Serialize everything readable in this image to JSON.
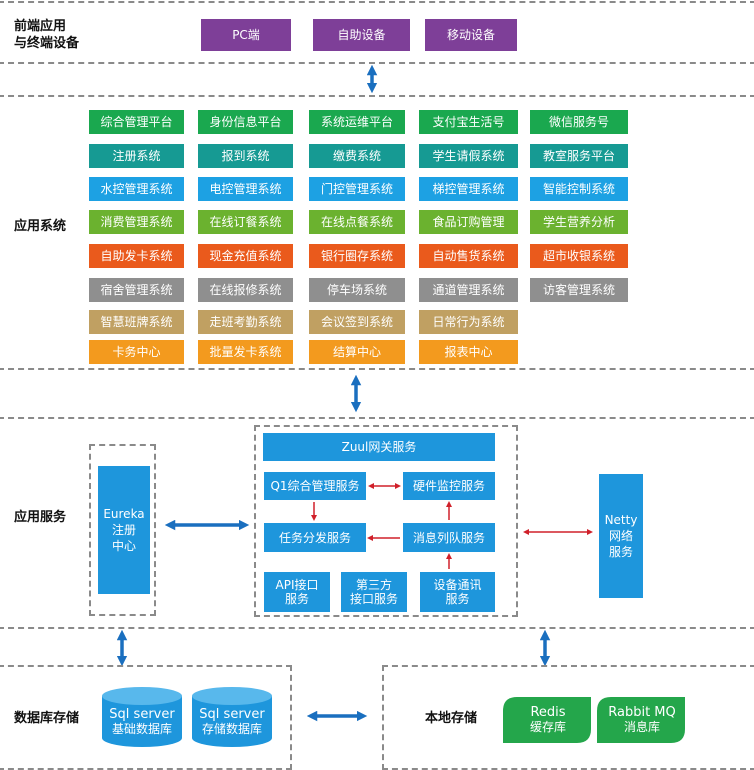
{
  "colors": {
    "purple": "#7e3f98",
    "blue": "#1e96dc",
    "green": "#1aa84f",
    "teal": "#169a93",
    "lightblue": "#1da1e3",
    "lime": "#6bb22f",
    "orange": "#ea5a1c",
    "gray": "#8f8f8f",
    "tan": "#c0a062",
    "amber": "#f39a1e",
    "arrow_blue": "#1a6fbf",
    "arrow_red": "#d0202a",
    "storage_green": "#24a64b"
  },
  "frontend": {
    "label_line1": "前端应用",
    "label_line2": "与终端设备",
    "items": [
      "PC端",
      "自助设备",
      "移动设备"
    ]
  },
  "apps": {
    "label": "应用系统",
    "rows": [
      {
        "color": "green",
        "items": [
          "综合管理平台",
          "身份信息平台",
          "系统运维平台",
          "支付宝生活号",
          "微信服务号"
        ]
      },
      {
        "color": "teal",
        "items": [
          "注册系统",
          "报到系统",
          "缴费系统",
          "学生请假系统",
          "教室服务平台"
        ]
      },
      {
        "color": "lightblue",
        "items": [
          "水控管理系统",
          "电控管理系统",
          "门控管理系统",
          "梯控管理系统",
          "智能控制系统"
        ]
      },
      {
        "color": "lime",
        "items": [
          "消费管理系统",
          "在线订餐系统",
          "在线点餐系统",
          "食品订购管理",
          "学生营养分析"
        ]
      },
      {
        "color": "orange",
        "items": [
          "自助发卡系统",
          "现金充值系统",
          "银行圈存系统",
          "自动售货系统",
          "超市收银系统"
        ]
      },
      {
        "color": "gray",
        "items": [
          "宿舍管理系统",
          "在线报修系统",
          "停车场系统",
          "通道管理系统",
          "访客管理系统"
        ]
      },
      {
        "color": "tan",
        "items": [
          "智慧班牌系统",
          "走班考勤系统",
          "会议签到系统",
          "日常行为系统"
        ]
      },
      {
        "color": "amber",
        "items": [
          "卡务中心",
          "批量发卡系统",
          "结算中心",
          "报表中心"
        ]
      }
    ]
  },
  "services": {
    "label": "应用服务",
    "eureka": [
      "Eureka",
      "注册",
      "中心"
    ],
    "zuul": "Zuul网关服务",
    "q1": "Q1综合管理服务",
    "hw": "硬件监控服务",
    "task": "任务分发服务",
    "mq": "消息列队服务",
    "api": [
      "API接口",
      "服务"
    ],
    "third": [
      "第三方",
      "接口服务"
    ],
    "dev": [
      "设备通讯",
      "服务"
    ],
    "netty": [
      "Netty",
      "网络",
      "服务"
    ]
  },
  "database": {
    "label": "数据库存储",
    "db1": [
      "Sql server",
      "基础数据库"
    ],
    "db2": [
      "Sql server",
      "存储数据库"
    ]
  },
  "local": {
    "label": "本地存储",
    "redis": [
      "Redis",
      "缓存库"
    ],
    "rabbit": [
      "Rabbit MQ",
      "消息库"
    ]
  }
}
